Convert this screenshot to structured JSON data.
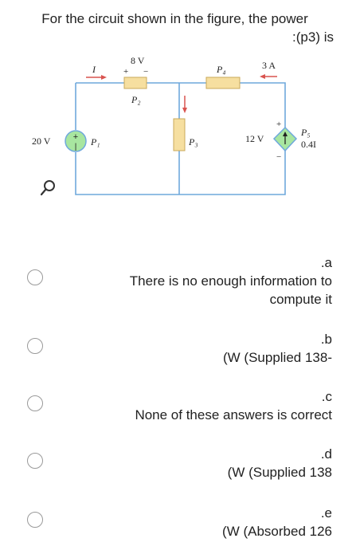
{
  "question": {
    "line1": "For the circuit shown in the figure, the power",
    "line2": ":(p3) is"
  },
  "circuit": {
    "source_left_value": "20 V",
    "source_left_label": "P₁",
    "current_label": "I",
    "r2_voltage": "8 V",
    "r2_plus": "+",
    "r2_minus": "−",
    "r2_label": "P₂",
    "r3_label": "P₃",
    "r4_label": "P₄",
    "current_3a": "3 A",
    "source_right_value": "12 V",
    "source_right_plus": "+",
    "source_right_minus": "−",
    "dep_label": "P₅",
    "dep_value": "0.4I",
    "colors": {
      "wire": "#6fa8dc",
      "resistor": "#f6dfa0",
      "source": "#a8e6a0",
      "arrow": "#d9534f"
    }
  },
  "options": [
    {
      "letter": ".a",
      "lines": [
        "There is no enough information to",
        "compute it"
      ]
    },
    {
      "letter": ".b",
      "lines": [
        "(W (Supplied 138-"
      ]
    },
    {
      "letter": ".c",
      "lines": [
        "None of these answers is correct"
      ]
    },
    {
      "letter": ".d",
      "lines": [
        "(W (Supplied 138"
      ]
    },
    {
      "letter": ".e",
      "lines": [
        "(W (Absorbed 126"
      ]
    }
  ]
}
